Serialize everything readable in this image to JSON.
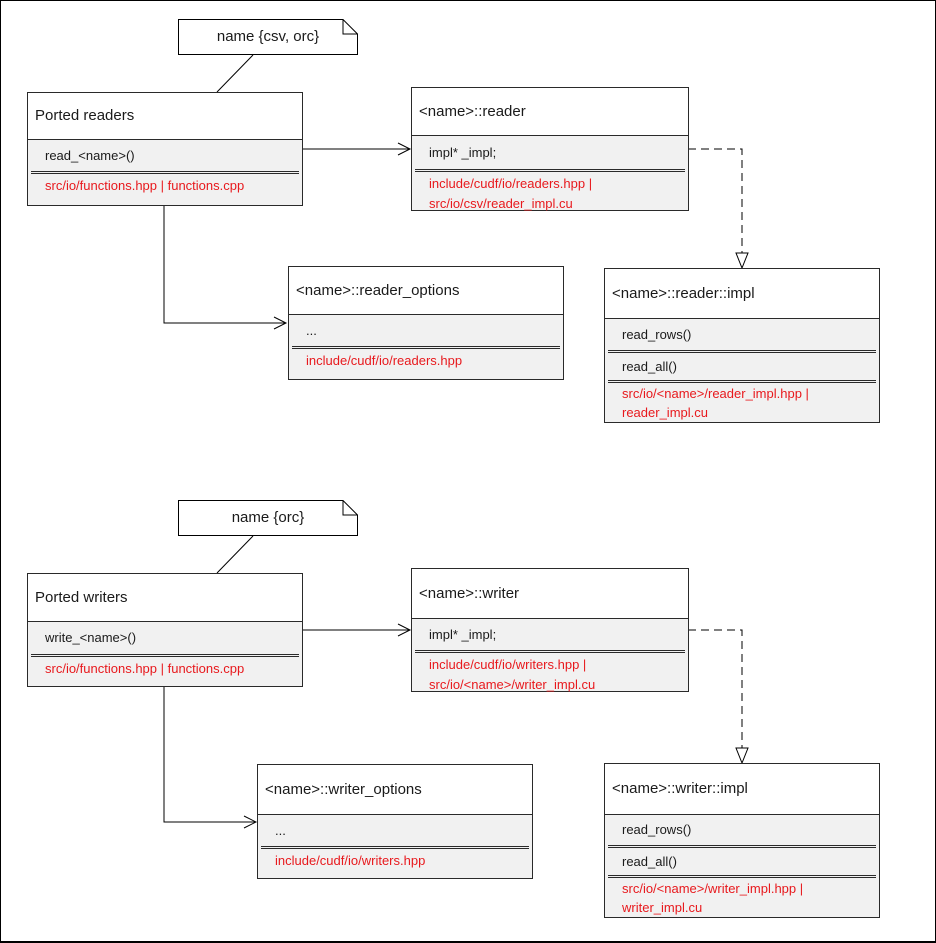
{
  "reader_note": "name {csv, orc}",
  "writer_note": "name {orc}",
  "ported_readers": {
    "title": "Ported readers",
    "method": "read_<name>()",
    "source": "src/io/functions.hpp | functions.cpp"
  },
  "reader": {
    "title": "<name>::reader",
    "member": "impl* _impl;",
    "source_line1": "include/cudf/io/readers.hpp |",
    "source_line2": "src/io/csv/reader_impl.cu"
  },
  "reader_options": {
    "title": "<name>::reader_options",
    "member": "...",
    "source": "include/cudf/io/readers.hpp"
  },
  "reader_impl": {
    "title": "<name>::reader::impl",
    "method1": "read_rows()",
    "method2": "read_all()",
    "source_line1": "src/io/<name>/reader_impl.hpp |",
    "source_line2": "reader_impl.cu"
  },
  "ported_writers": {
    "title": "Ported writers",
    "method": "write_<name>()",
    "source": "src/io/functions.hpp | functions.cpp"
  },
  "writer": {
    "title": "<name>::writer",
    "member": "impl* _impl;",
    "source_line1": "include/cudf/io/writers.hpp |",
    "source_line2": "src/io/<name>/writer_impl.cu"
  },
  "writer_options": {
    "title": "<name>::writer_options",
    "member": "...",
    "source": "include/cudf/io/writers.hpp"
  },
  "writer_impl": {
    "title": "<name>::writer::impl",
    "method1": "read_rows()",
    "method2": "read_all()",
    "source_line1": "src/io/<name>/writer_impl.hpp |",
    "source_line2": "writer_impl.cu"
  }
}
